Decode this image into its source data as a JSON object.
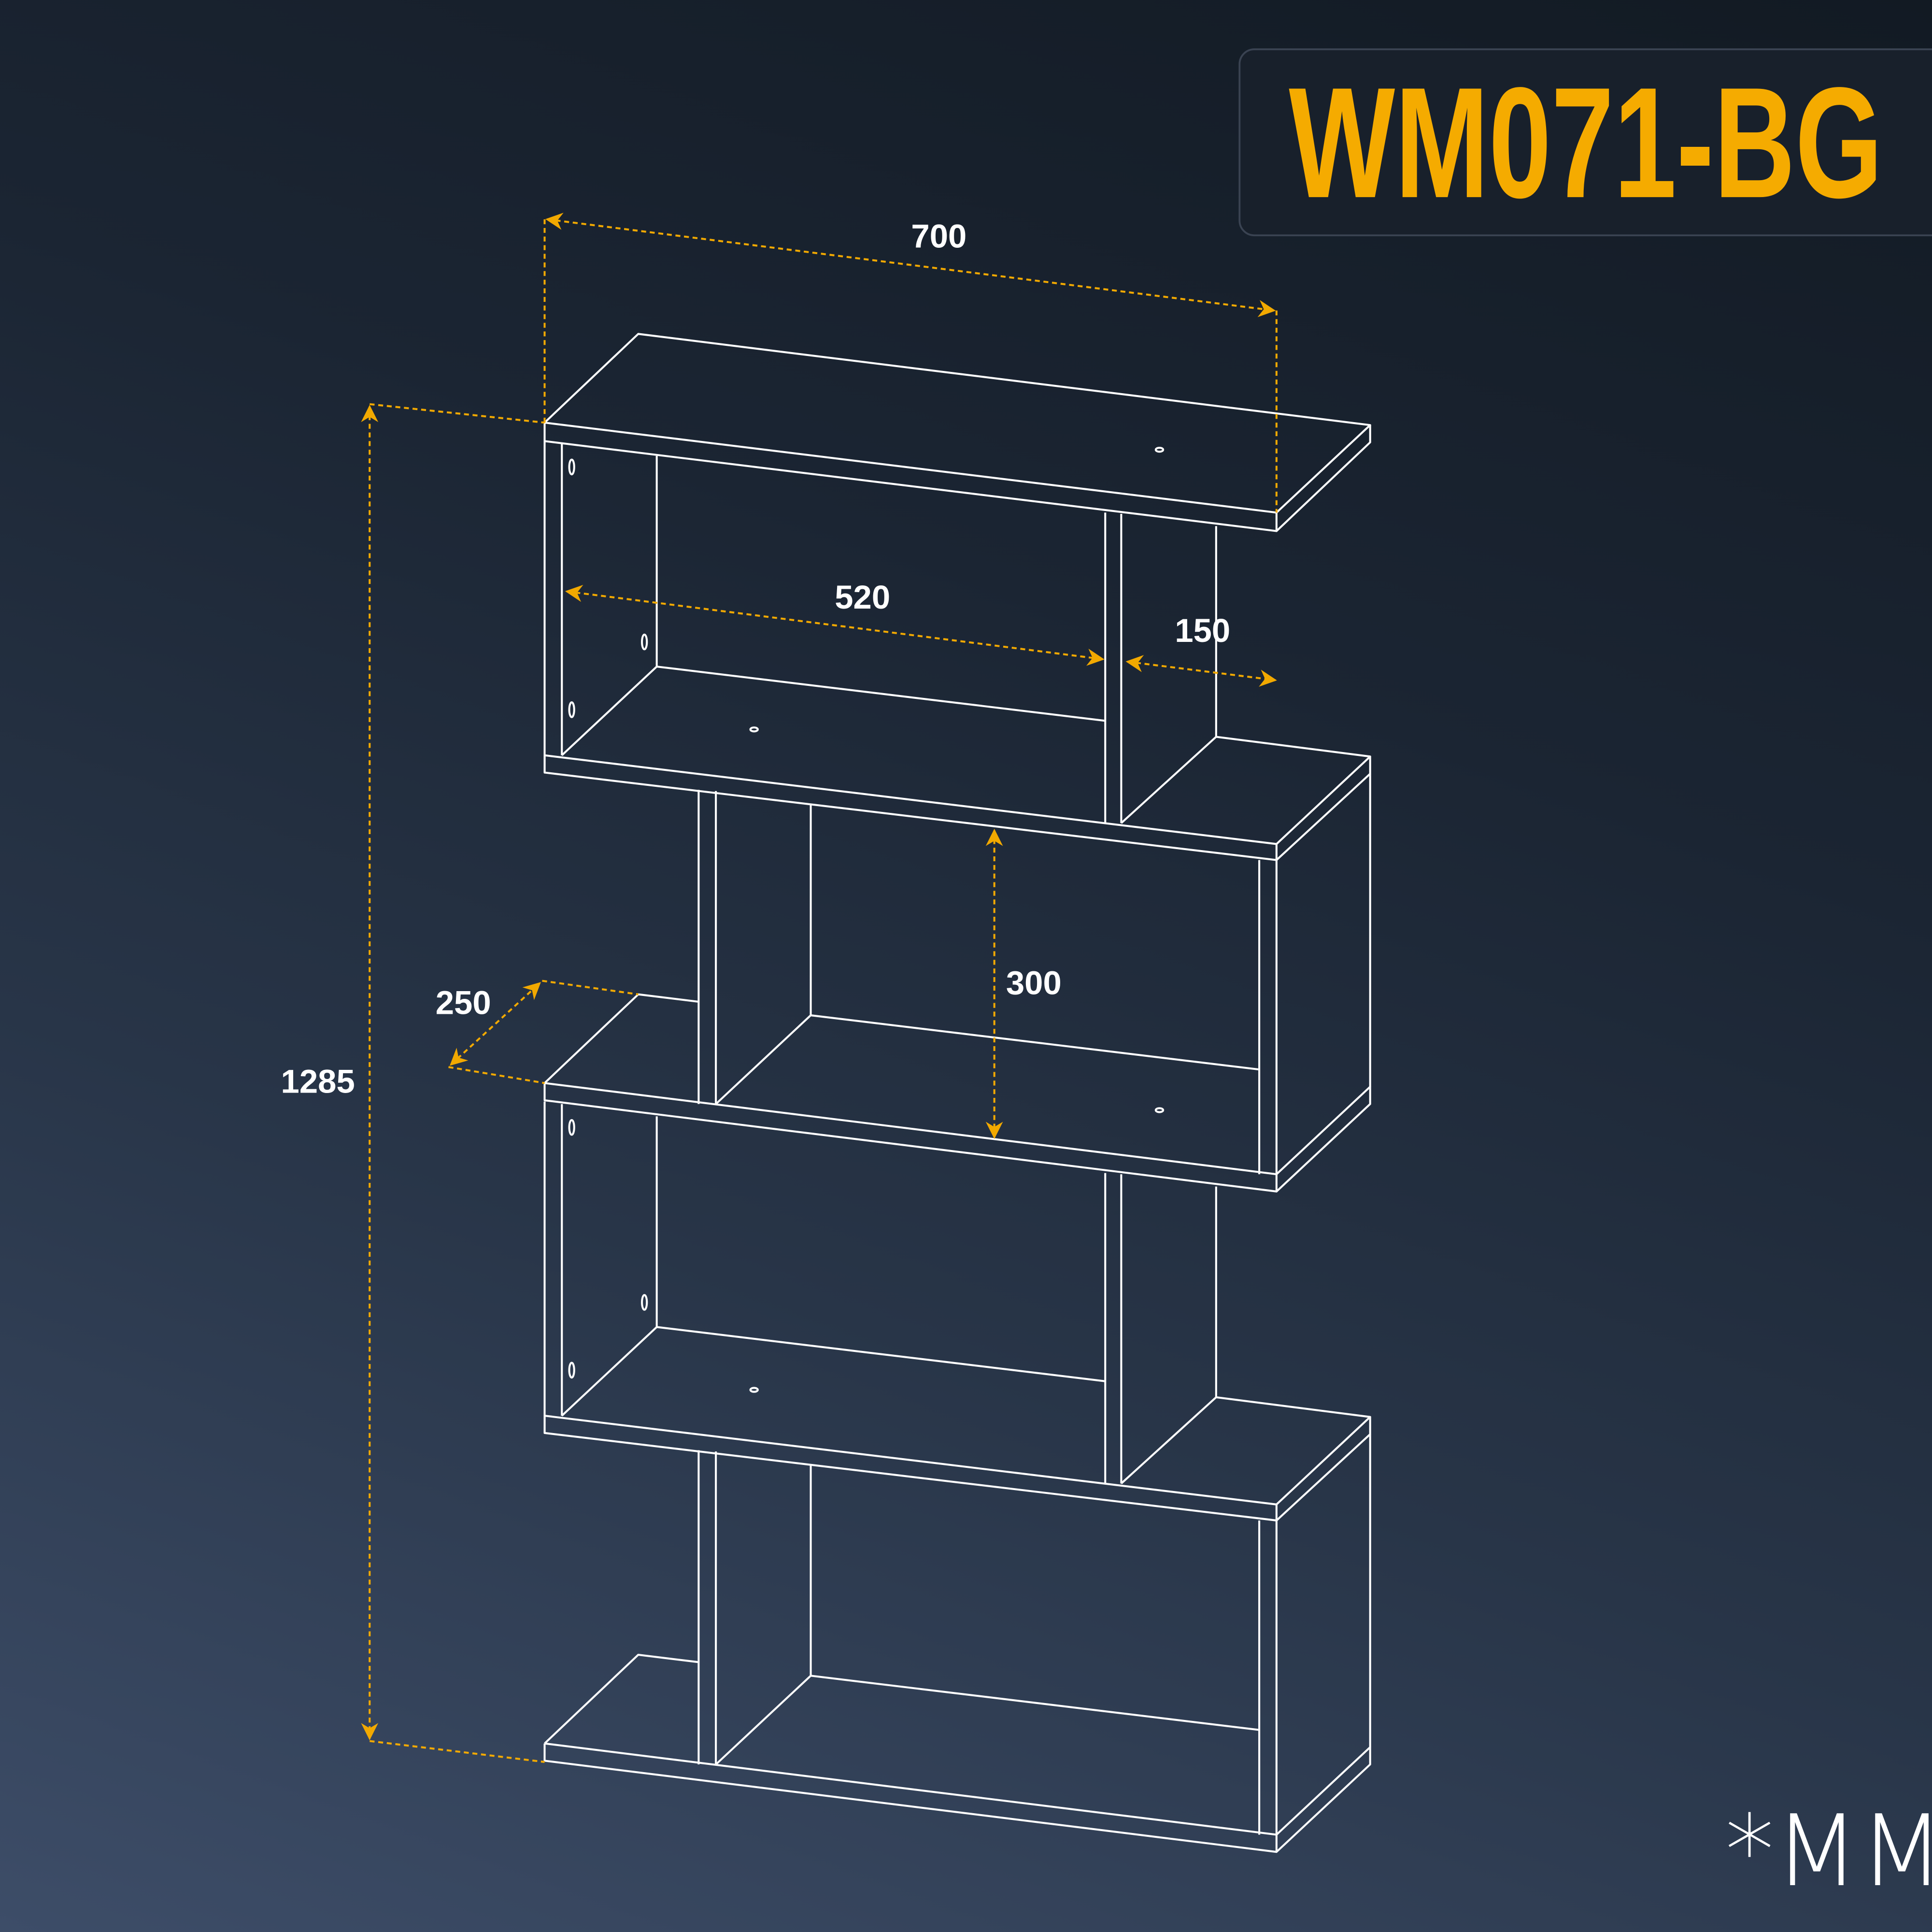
{
  "title": "WM071-BG",
  "unit_label": "*MM",
  "dimensions": {
    "width": "700",
    "height": "1285",
    "inner_width": "520",
    "side_width": "150",
    "shelf_height": "300",
    "depth": "250"
  },
  "colors": {
    "accent": "#f2a900",
    "line": "#ffffff",
    "background": "#1b2533"
  }
}
